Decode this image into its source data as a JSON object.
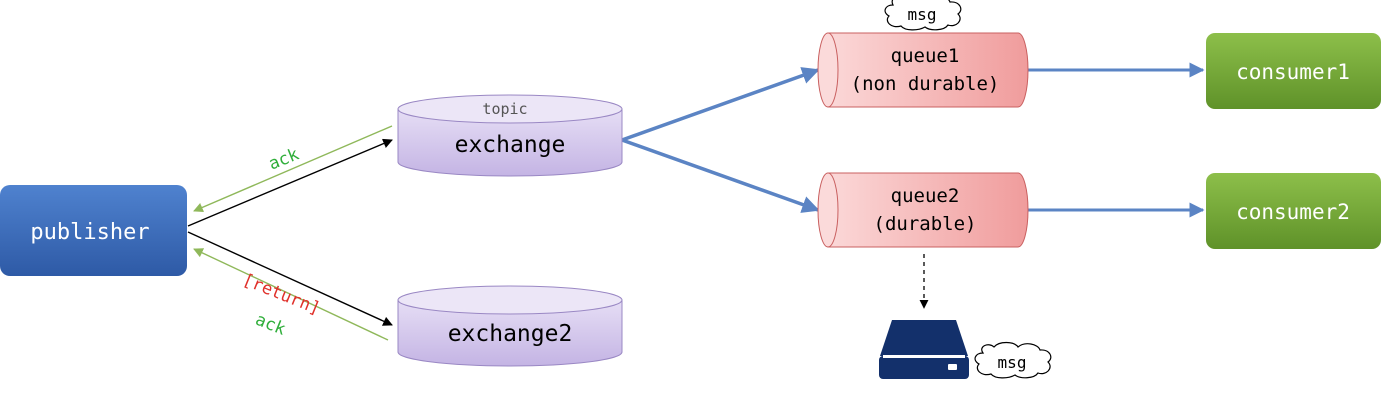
{
  "nodes": {
    "publisher": "publisher",
    "exchange_type": "topic",
    "exchange": "exchange",
    "exchange2": "exchange2",
    "queue1_line1": "queue1",
    "queue1_line2": "(non durable)",
    "queue2_line1": "queue2",
    "queue2_line2": "(durable)",
    "consumer1": "consumer1",
    "consumer2": "consumer2",
    "msg_top": "msg",
    "msg_disk": "msg"
  },
  "edge_labels": {
    "ack_top": "ack",
    "return": "[return]",
    "ack_bottom": "ack"
  },
  "icons": {
    "disk": "hard-drive-icon",
    "cloud": "cloud-icon"
  },
  "colors": {
    "publisher": "#3f6fbf",
    "exchange": "#cfc2ea",
    "queue": "#f2a7a7",
    "consumer": "#7aac3a",
    "flow_arrow": "#5b84c4",
    "ack": "#2fae3a",
    "return": "#e0302a",
    "disk": "#13306b"
  }
}
